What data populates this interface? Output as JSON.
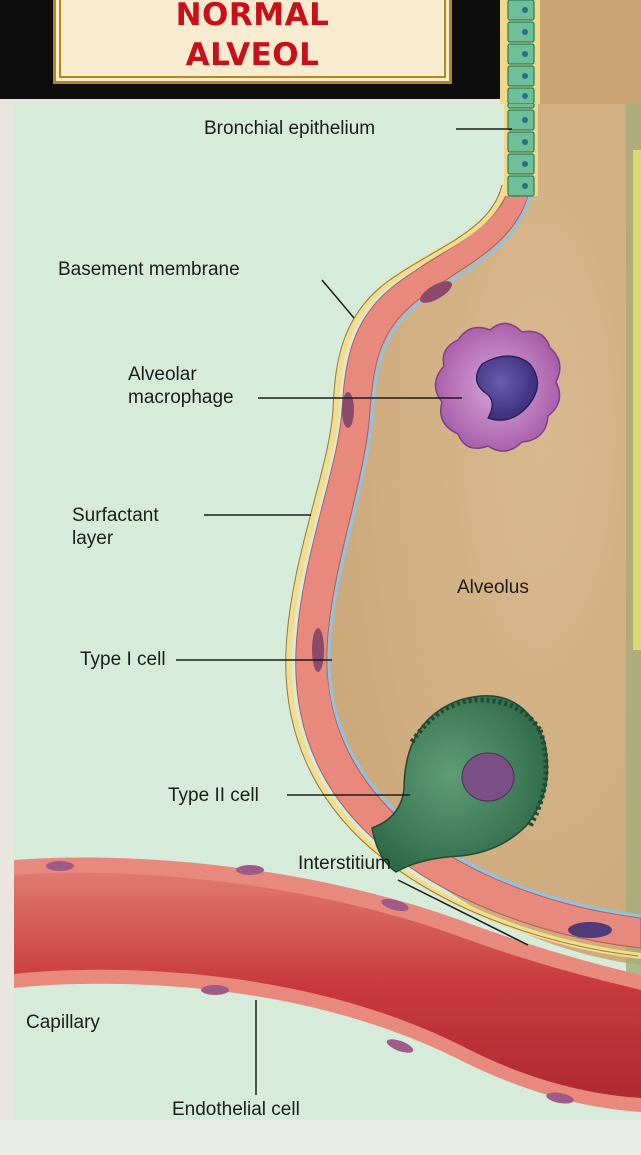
{
  "title": {
    "lines": [
      "NORMAL",
      "ALVEOL"
    ]
  },
  "labels": {
    "bronchial_epithelium": "Bronchial epithelium",
    "basement_membrane": "Basement membrane",
    "alveolar_macrophage": "Alveolar macrophage",
    "surfactant_layer": "Surfactant layer",
    "alveolus": "Alveolus",
    "type_1_cell": "Type I cell",
    "type_2_cell": "Type II cell",
    "interstitium": "Interstitium",
    "capillary": "Capillary",
    "endothelial_cell": "Endothelial cell"
  },
  "colors": {
    "title_text": "#c8101a",
    "title_frame": "#b3891c",
    "title_fill": "#f8ecd0",
    "alveolus_fill": "#d4b58c",
    "interstitium_fill": "#d9ecd9",
    "capillary_fill": "#c9454b",
    "membrane": "#f0d98a",
    "type_1_cell": "#e6887a",
    "macrophage": "#b06cb0",
    "macrophage_nucleus": "#4a3b8f",
    "type_2_cell": "#3f7d5a",
    "epithelium": "#5fb08c",
    "surfactant": "#8fbfe0"
  }
}
